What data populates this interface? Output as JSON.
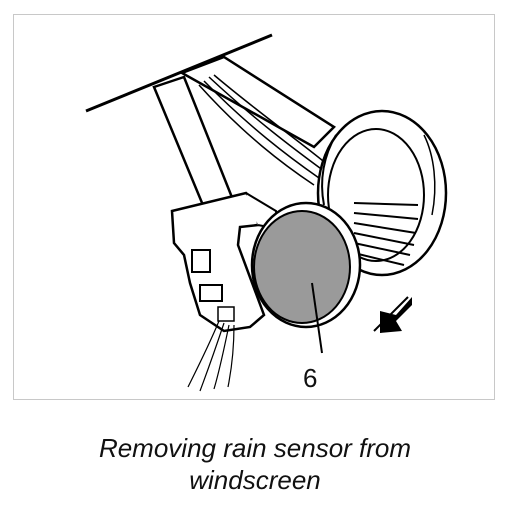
{
  "figure": {
    "callout_number": "6",
    "caption_line1": "Removing rain sensor from",
    "caption_line2": "windscreen"
  },
  "colors": {
    "sensor_fill": "#9a9a9a",
    "line": "#000000",
    "background": "#ffffff"
  }
}
